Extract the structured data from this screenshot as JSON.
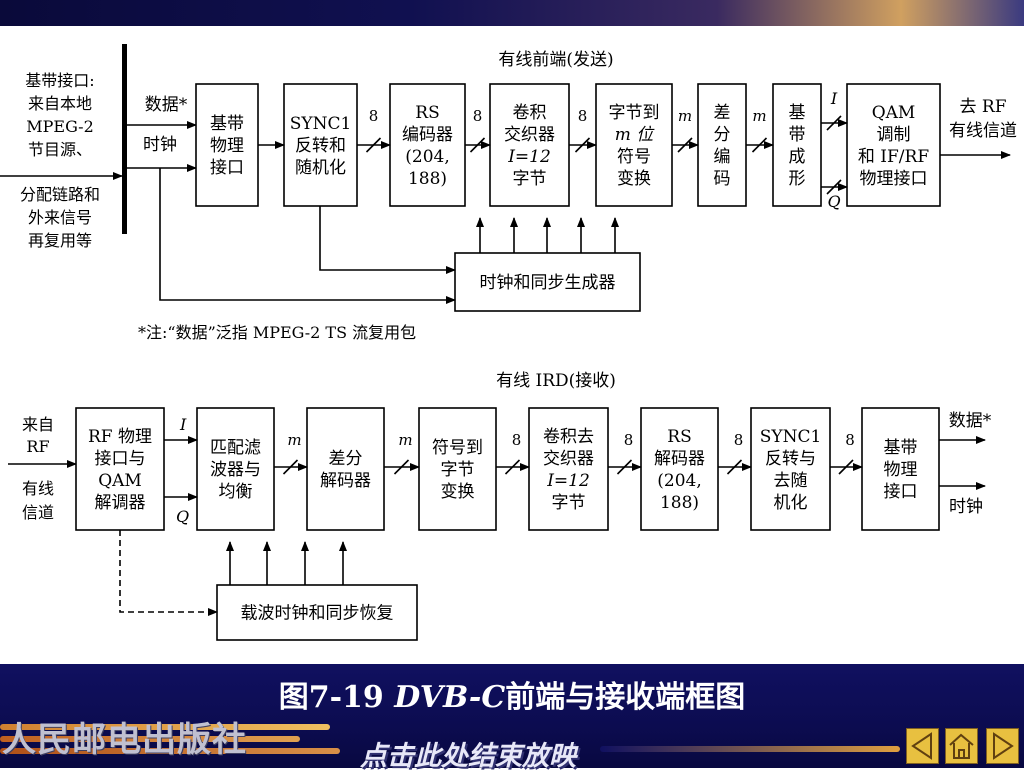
{
  "top": {
    "title": "有线前端(发送)",
    "input_label": [
      "基带接口:",
      "来自本地",
      "MPEG-2",
      "节目源、",
      "分配链路和",
      "外来信号",
      "再复用等"
    ],
    "data_label": "数据*",
    "clock_label": "时钟",
    "blocks": [
      [
        "基带",
        "物理",
        "接口"
      ],
      [
        "SYNC1",
        "反转和",
        "随机化"
      ],
      [
        "RS",
        "编码器",
        "(204,",
        "188)"
      ],
      [
        "卷积",
        "交织器",
        "I=12",
        "字节"
      ],
      [
        "字节到",
        "m 位",
        "符号",
        "变换"
      ],
      [
        "差",
        "分",
        "编",
        "码"
      ],
      [
        "基",
        "带",
        "成",
        "形"
      ],
      [
        "QAM",
        "调制",
        "和 IF/RF",
        "物理接口"
      ]
    ],
    "bus_labels": [
      "8",
      "8",
      "8",
      "m",
      "m"
    ],
    "iq_labels": [
      "I",
      "Q"
    ],
    "output_label": [
      "去 RF",
      "有线信道"
    ],
    "sync_block": "时钟和同步生成器",
    "note": "*注:“数据”泛指 MPEG-2 TS 流复用包"
  },
  "bottom": {
    "title": "有线 IRD(接收)",
    "input_label": [
      "来自",
      "RF"
    ],
    "input_label2": [
      "有线",
      "信道"
    ],
    "blocks": [
      [
        "RF 物理",
        "接口与",
        "QAM",
        "解调器"
      ],
      [
        "匹配滤",
        "波器与",
        "均衡"
      ],
      [
        "差分",
        "解码器"
      ],
      [
        "符号到",
        "字节",
        "变换"
      ],
      [
        "卷积去",
        "交织器",
        "I=12",
        "字节"
      ],
      [
        "RS",
        "解码器",
        "(204,",
        "188)"
      ],
      [
        "SYNC1",
        "反转与",
        "去随",
        "机化"
      ],
      [
        "基带",
        "物理",
        "接口"
      ]
    ],
    "iq_labels": [
      "I",
      "Q"
    ],
    "bus_labels": [
      "m",
      "m",
      "8",
      "8",
      "8",
      "8"
    ],
    "output_data": "数据*",
    "output_clock": "时钟",
    "recovery_block": "载波时钟和同步恢复"
  },
  "caption": {
    "prefix": "图7-19  ",
    "italic": "DVB-C",
    "suffix": "前端与接收端框图"
  },
  "footer": {
    "publisher": "人民邮电出版社",
    "end_show": "点击此处结束放映"
  },
  "nav_icons": [
    "prev-icon",
    "home-icon",
    "next-icon"
  ]
}
